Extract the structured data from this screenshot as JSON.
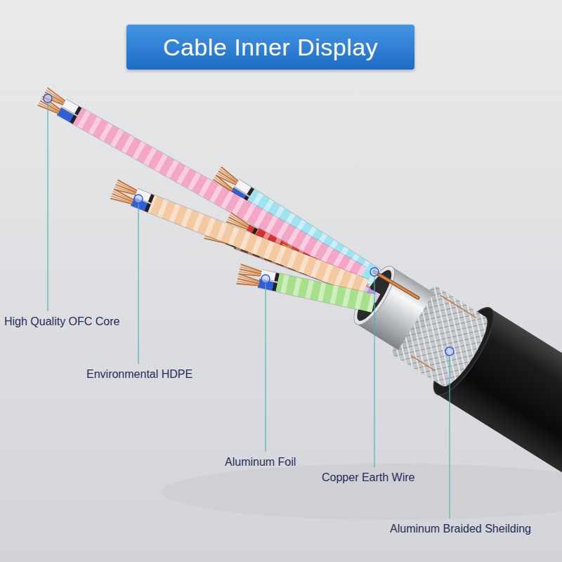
{
  "diagram": {
    "title": "Cable Inner Display",
    "labels": [
      "High Quality OFC Core",
      "Environmental HDPE",
      "Aluminum Foil",
      "Copper Earth Wire",
      "Aluminum Braided Sheilding"
    ]
  }
}
